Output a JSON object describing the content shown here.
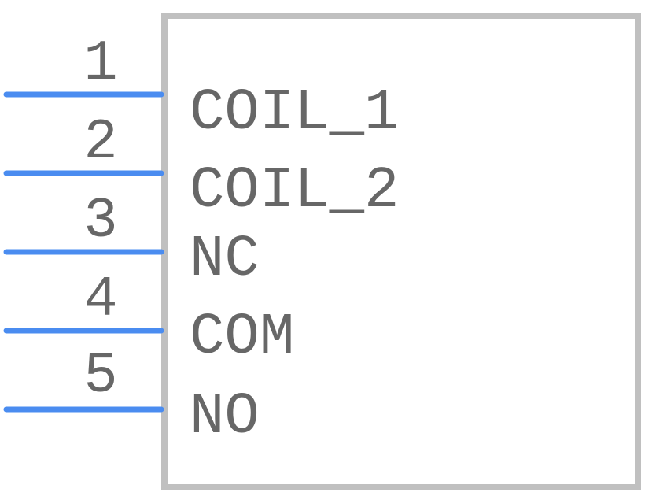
{
  "component": {
    "pins": [
      {
        "number": "1",
        "label": "COIL_1"
      },
      {
        "number": "2",
        "label": "COIL_2"
      },
      {
        "number": "3",
        "label": "NC"
      },
      {
        "number": "4",
        "label": "COM"
      },
      {
        "number": "5",
        "label": "NO"
      }
    ]
  },
  "colors": {
    "pin": "#4a8cf0",
    "outline": "#c0c0c0",
    "text": "#676767",
    "background": "#ffffff"
  }
}
